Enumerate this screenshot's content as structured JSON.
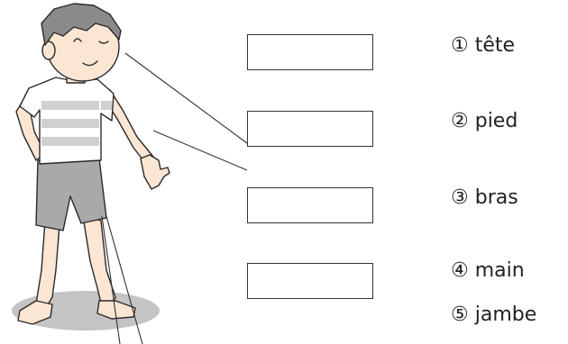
{
  "exercise": {
    "answer_boxes": [
      {
        "id": "box-1",
        "value": ""
      },
      {
        "id": "box-2",
        "value": ""
      },
      {
        "id": "box-3",
        "value": ""
      },
      {
        "id": "box-4",
        "value": ""
      }
    ],
    "words": [
      {
        "number": "①",
        "label": "tête"
      },
      {
        "number": "②",
        "label": "pied"
      },
      {
        "number": "③",
        "label": "bras"
      },
      {
        "number": "④",
        "label": "main"
      },
      {
        "number": "⑤",
        "label": "jambe"
      }
    ]
  },
  "illustration": {
    "subject": "boy-standing",
    "colors": {
      "skin": "#fbe6d4",
      "hair": "#8a8a8a",
      "shirt_stripe": "#d0d0d0",
      "shorts": "#a7a7a7",
      "shadow": "#bfbfbf",
      "outline": "#2a2a2a"
    }
  }
}
